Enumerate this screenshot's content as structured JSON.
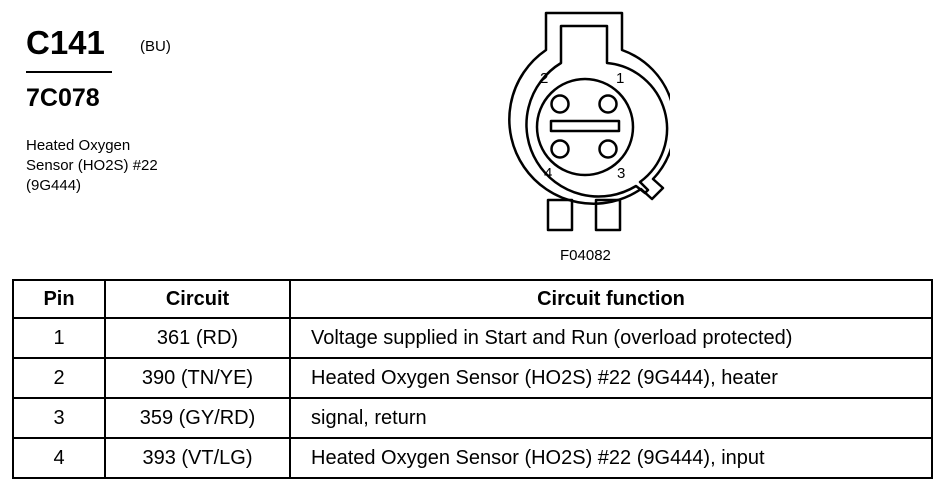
{
  "connector": {
    "id": "C141",
    "color_code": "(BU)",
    "part_number": "7C078",
    "description_lines": [
      "Heated Oxygen",
      "Sensor (HO2S) #22",
      "(9G444)"
    ]
  },
  "diagram": {
    "pin_labels": [
      "1",
      "2",
      "3",
      "4"
    ],
    "figure_id": "F04082"
  },
  "table": {
    "headers": [
      "Pin",
      "Circuit",
      "Circuit function"
    ],
    "rows": [
      {
        "pin": "1",
        "circuit": "361 (RD)",
        "function": "Voltage supplied in Start and Run (overload protected)"
      },
      {
        "pin": "2",
        "circuit": "390 (TN/YE)",
        "function": "Heated Oxygen Sensor (HO2S) #22 (9G444), heater"
      },
      {
        "pin": "3",
        "circuit": "359 (GY/RD)",
        "function": "signal, return"
      },
      {
        "pin": "4",
        "circuit": "393 (VT/LG)",
        "function": "Heated Oxygen Sensor (HO2S) #22 (9G444), input"
      }
    ]
  }
}
